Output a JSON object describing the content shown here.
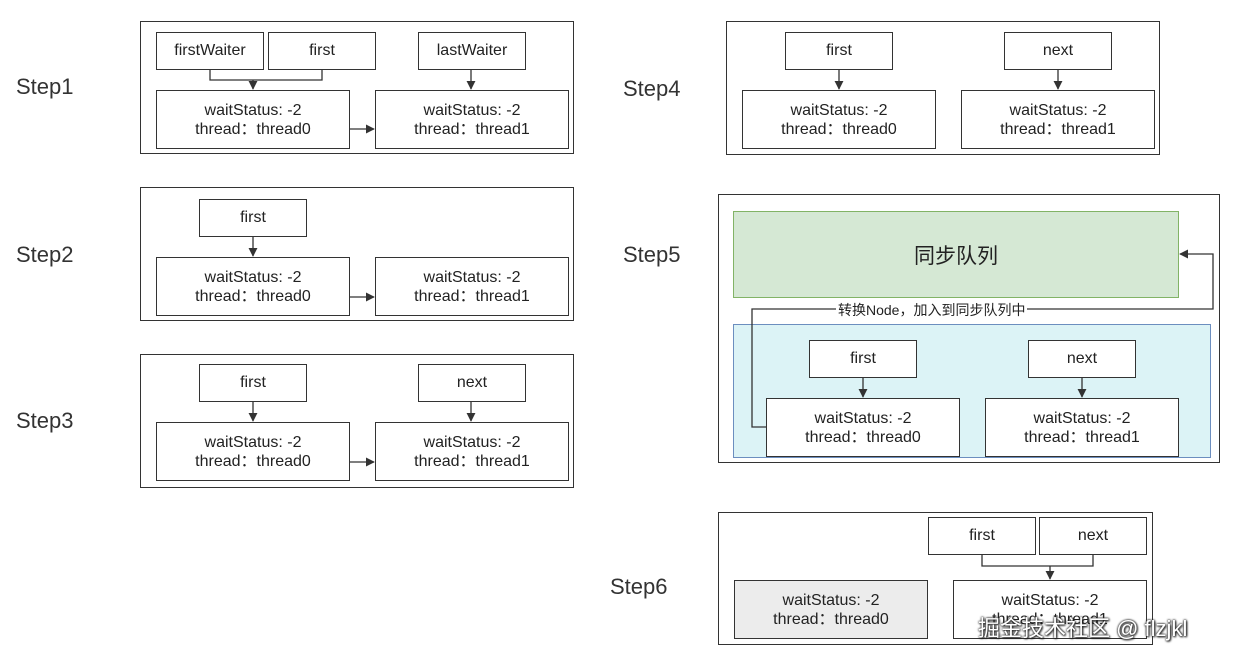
{
  "steps": {
    "step1": {
      "label": "Step1",
      "pointers": [
        "firstWaiter",
        "first",
        "lastWaiter"
      ],
      "node0": {
        "status": "waitStatus: -2",
        "thread": "thread：thread0"
      },
      "node1": {
        "status": "waitStatus: -2",
        "thread": "thread：thread1"
      }
    },
    "step2": {
      "label": "Step2",
      "pointers": [
        "first"
      ],
      "node0": {
        "status": "waitStatus: -2",
        "thread": "thread：thread0"
      },
      "node1": {
        "status": "waitStatus: -2",
        "thread": "thread：thread1"
      }
    },
    "step3": {
      "label": "Step3",
      "pointers": [
        "first",
        "next"
      ],
      "node0": {
        "status": "waitStatus: -2",
        "thread": "thread：thread0"
      },
      "node1": {
        "status": "waitStatus: -2",
        "thread": "thread：thread1"
      }
    },
    "step4": {
      "label": "Step4",
      "pointers": [
        "first",
        "next"
      ],
      "node0": {
        "status": "waitStatus: -2",
        "thread": "thread：thread0"
      },
      "node1": {
        "status": "waitStatus: -2",
        "thread": "thread：thread1"
      }
    },
    "step5": {
      "label": "Step5",
      "sync_queue": "同步队列",
      "edge_label": "转换Node，加入到同步队列中",
      "pointers": [
        "first",
        "next"
      ],
      "node0": {
        "status": "waitStatus: -2",
        "thread": "thread：thread0"
      },
      "node1": {
        "status": "waitStatus: -2",
        "thread": "thread：thread1"
      }
    },
    "step6": {
      "label": "Step6",
      "pointers": [
        "first",
        "next"
      ],
      "node0": {
        "status": "waitStatus: -2",
        "thread": "thread：thread0"
      },
      "node1": {
        "status": "waitStatus: -2",
        "thread": "thread：thread1"
      }
    }
  },
  "watermark": "掘金技术社区 @ flzjkl",
  "colors": {
    "line": "#333333",
    "sync_fill": "#d5e8d4",
    "sync_border": "#82b366",
    "cond_fill": "#dcf3f6",
    "cond_border": "#6c8ebf",
    "removed_node_fill": "#ececec"
  }
}
